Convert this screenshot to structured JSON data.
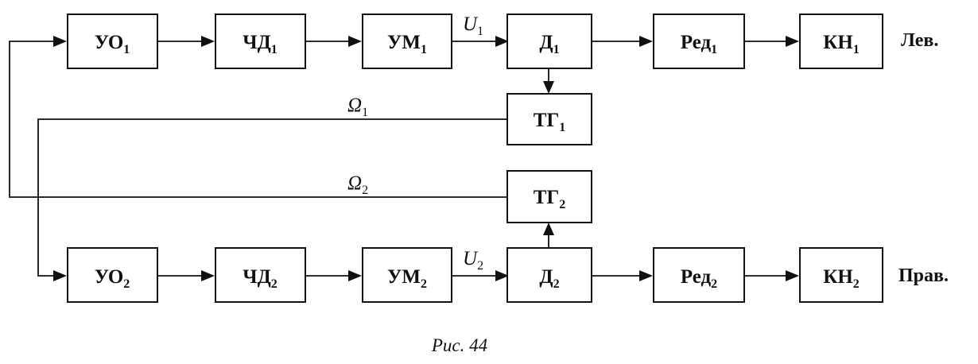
{
  "blocks": {
    "uo1": {
      "main": "УО",
      "sub": "1"
    },
    "chd1": {
      "main": "ЧД",
      "sub": "1"
    },
    "um1": {
      "main": "УМ",
      "sub": "1"
    },
    "d1": {
      "main": "Д",
      "sub": "1"
    },
    "red1": {
      "main": "Ред",
      "sub": "1"
    },
    "kn1": {
      "main": "КН",
      "sub": "1"
    },
    "tg1": {
      "main": "ТГ",
      "sub": "1"
    },
    "tg2": {
      "main": "ТГ",
      "sub": "2"
    },
    "uo2": {
      "main": "УО",
      "sub": "2"
    },
    "chd2": {
      "main": "ЧД",
      "sub": "2"
    },
    "um2": {
      "main": "УМ",
      "sub": "2"
    },
    "d2": {
      "main": "Д",
      "sub": "2"
    },
    "red2": {
      "main": "Ред",
      "sub": "2"
    },
    "kn2": {
      "main": "КН",
      "sub": "2"
    }
  },
  "signals": {
    "u1": {
      "main": "U",
      "sub": "1"
    },
    "u2": {
      "main": "U",
      "sub": "2"
    },
    "omega1": {
      "main": "Ω",
      "sub": "1"
    },
    "omega2": {
      "main": "Ω",
      "sub": "2"
    }
  },
  "side_labels": {
    "left": "Лев.",
    "right": "Прав."
  },
  "caption": "Рис. 44"
}
